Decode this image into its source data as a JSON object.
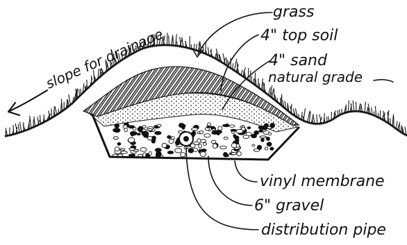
{
  "labels": {
    "grass": "grass",
    "top_soil": "4\" top soil",
    "sand": "4\" sand",
    "natural_grade": "natural grade",
    "slope": "slope for drainage",
    "vinyl_membrane": "vinyl membrane",
    "gravel": "6\" gravel",
    "distribution_pipe": "distribution pipe"
  },
  "colors": {
    "ink": "#111111",
    "background": "#ffffff"
  }
}
